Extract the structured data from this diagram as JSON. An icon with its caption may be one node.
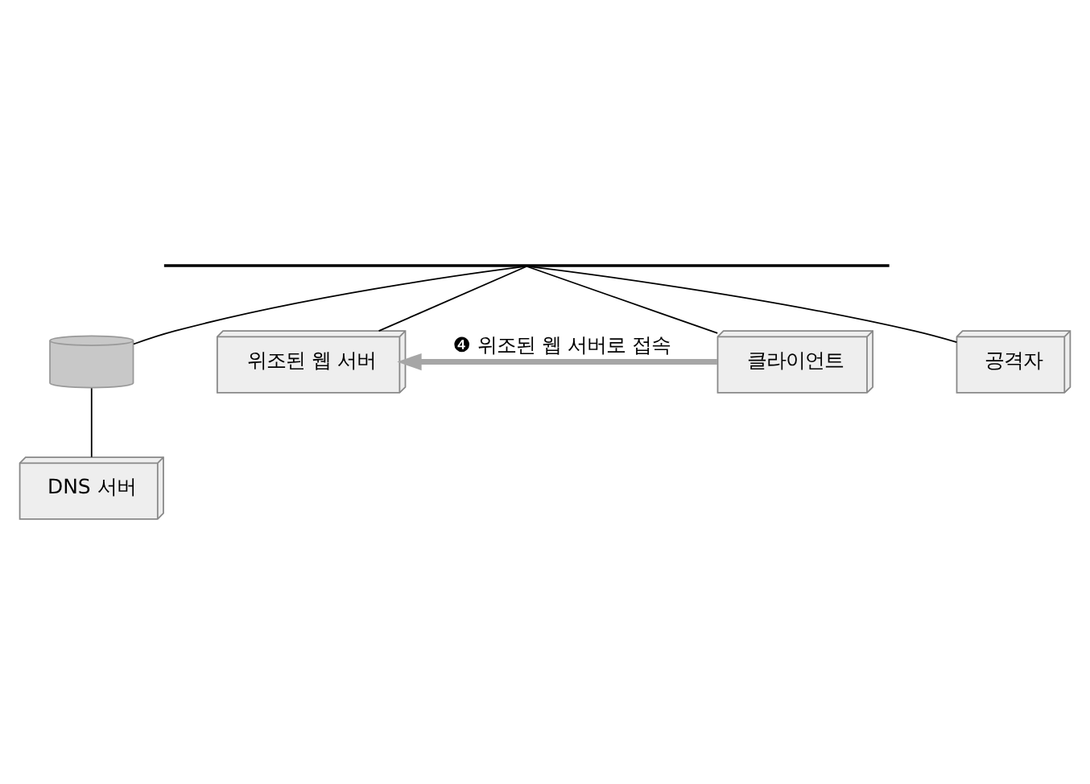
{
  "diagram": {
    "nodes": [
      {
        "text": [
          "DNS 서버"
        ]
      },
      {
        "text": [],
        "shape": "cylinder"
      },
      {
        "text": [],
        "shape": "bar"
      },
      {
        "text": [
          "위조된 웹 서버"
        ]
      },
      {
        "text": [
          "클라이언트"
        ]
      },
      {
        "text": [
          "공격자"
        ]
      }
    ],
    "edges": [
      {
        "from": 1,
        "to": 0,
        "arrow": "none"
      },
      {
        "from": 2,
        "to": 1,
        "arrow": "none"
      },
      {
        "from": 2,
        "to": 3,
        "arrow": "none"
      },
      {
        "from": 2,
        "to": 4,
        "arrow": "none"
      },
      {
        "from": 2,
        "to": 5,
        "arrow": "none"
      },
      {
        "from": 4,
        "to": 3,
        "arrow": "to",
        "label": "❹ 위조된 웹 서버로 접속",
        "style": "thick",
        "color": "#a6a6a6"
      }
    ]
  }
}
